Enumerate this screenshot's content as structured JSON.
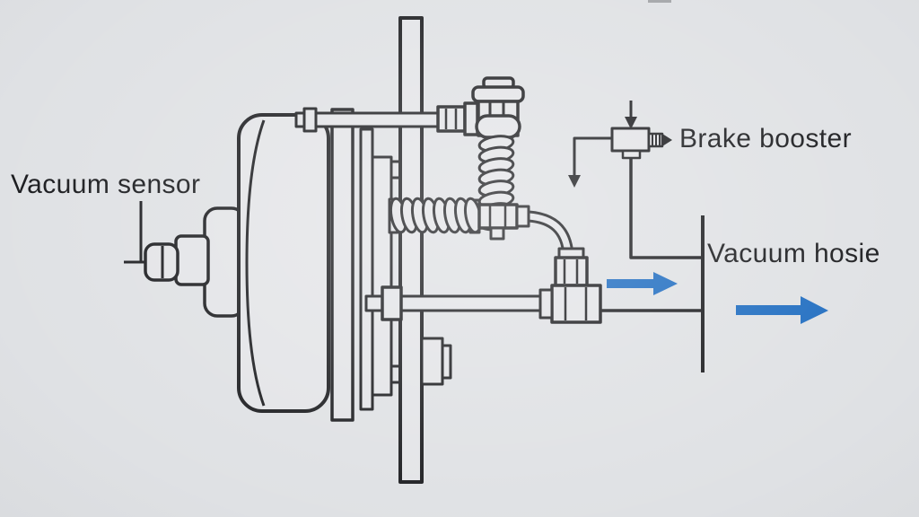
{
  "colors": {
    "ink": "#1c1d20",
    "arrow_blue": "#1e6cc0",
    "background": "#dfe1e4",
    "shape_fill": "#e3e4e7"
  },
  "labels": {
    "vacuum_sensor": "Vacuum sensor",
    "brake_booster": "Brake booster",
    "vacuum_hose": "Vacuum hosie"
  }
}
